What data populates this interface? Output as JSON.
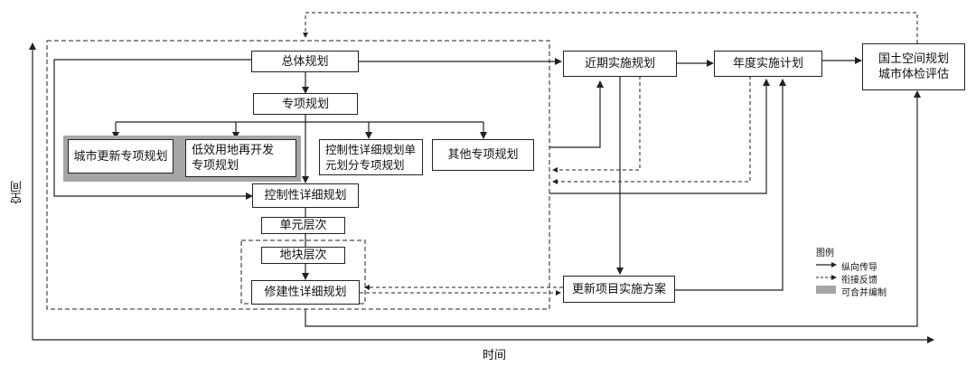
{
  "nodes": {
    "overall_plan": "总体规划",
    "special_plan": "专项规划",
    "urban_renewal_special_plan": "城市更新专项规划",
    "low_efficiency_land_plan": "低效用地再开发\n专项规划",
    "regulatory_unit_special_plan": "控制性详细规划单\n元划分专项规划",
    "other_special_plan": "其他专项规划",
    "regulatory_detailed_plan": "控制性详细规划",
    "unit_level": "单元层次",
    "plot_level": "地块层次",
    "constructive_detailed_plan": "修建性详细规划",
    "near_term_plan": "近期实施规划",
    "annual_plan": "年度实施计划",
    "territorial_assessment": "国土空间规划\n城市体检评估",
    "renewal_project_scheme": "更新项目实施方案"
  },
  "axes": {
    "vertical": "空间",
    "horizontal": "时间"
  },
  "legend": {
    "title": "图例",
    "items": [
      {
        "type": "solid-arrow",
        "label": "纵向传导"
      },
      {
        "type": "dashed-arrow",
        "label": "衔接反馈"
      },
      {
        "type": "gray-fill",
        "label": "可合并编制"
      }
    ]
  },
  "colors": {
    "line": "#222222",
    "gray_fill": "#a6a6a6",
    "background": "#ffffff"
  }
}
